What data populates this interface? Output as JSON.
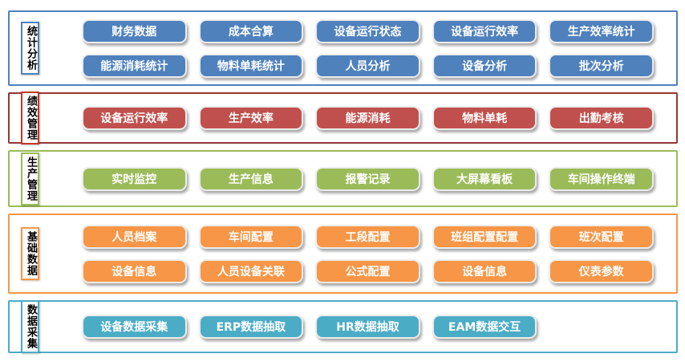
{
  "page": {
    "background": "#ffffff"
  },
  "sections": [
    {
      "label": "统计分析",
      "colors": {
        "fill": "#4F81BD",
        "container_border": "#4F81BD",
        "label_border": "#4F81BD"
      },
      "rows": [
        [
          "财务数据",
          "成本合算",
          "设备运行状态",
          "设备运行效率",
          "生产效率统计"
        ],
        [
          "能源消耗统计",
          "物料单耗统计",
          "人员分析",
          "设备分析",
          "批次分析"
        ]
      ]
    },
    {
      "label": "绩效管理",
      "colors": {
        "fill": "#C0504D",
        "container_border": "#953735",
        "label_border": "#C0392B"
      },
      "rows": [
        [
          "设备运行效率",
          "生产效率",
          "能源消耗",
          "物料单耗",
          "出勤考核"
        ]
      ]
    },
    {
      "label": "生产管理",
      "colors": {
        "fill": "#9BBB59",
        "container_border": "#9BBB59",
        "label_border": "#9BBB59"
      },
      "rows": [
        [
          "实时监控",
          "生产信息",
          "报警记录",
          "大屏幕看板",
          "车间操作终端"
        ]
      ]
    },
    {
      "label": "基础数据",
      "colors": {
        "fill": "#F79646",
        "container_border": "#F79646",
        "label_border": "#F79646"
      },
      "rows": [
        [
          "人员档案",
          "车间配置",
          "工段配置",
          "班组配置配置",
          "班次配置"
        ],
        [
          "设备信息",
          "人员设备关联",
          "公式配置",
          "设备信息",
          "仪表参数"
        ]
      ]
    },
    {
      "label": "数据采集",
      "colors": {
        "fill": "#4BACC6",
        "container_border": "#4BACC6",
        "label_border": "#4BACC6"
      },
      "rows": [
        [
          "设备数据采集",
          "ERP数据抽取",
          "HR数据抽取",
          "EAM数据交互"
        ]
      ]
    }
  ]
}
